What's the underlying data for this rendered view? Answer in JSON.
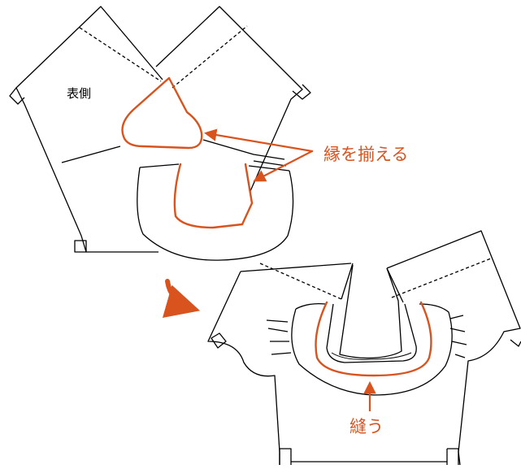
{
  "labels": {
    "front_side": "表側",
    "align_edges": "縁を揃える",
    "sew": "縫う"
  },
  "colors": {
    "line": "#000000",
    "accent": "#d9531e",
    "background": "#ffffff"
  }
}
